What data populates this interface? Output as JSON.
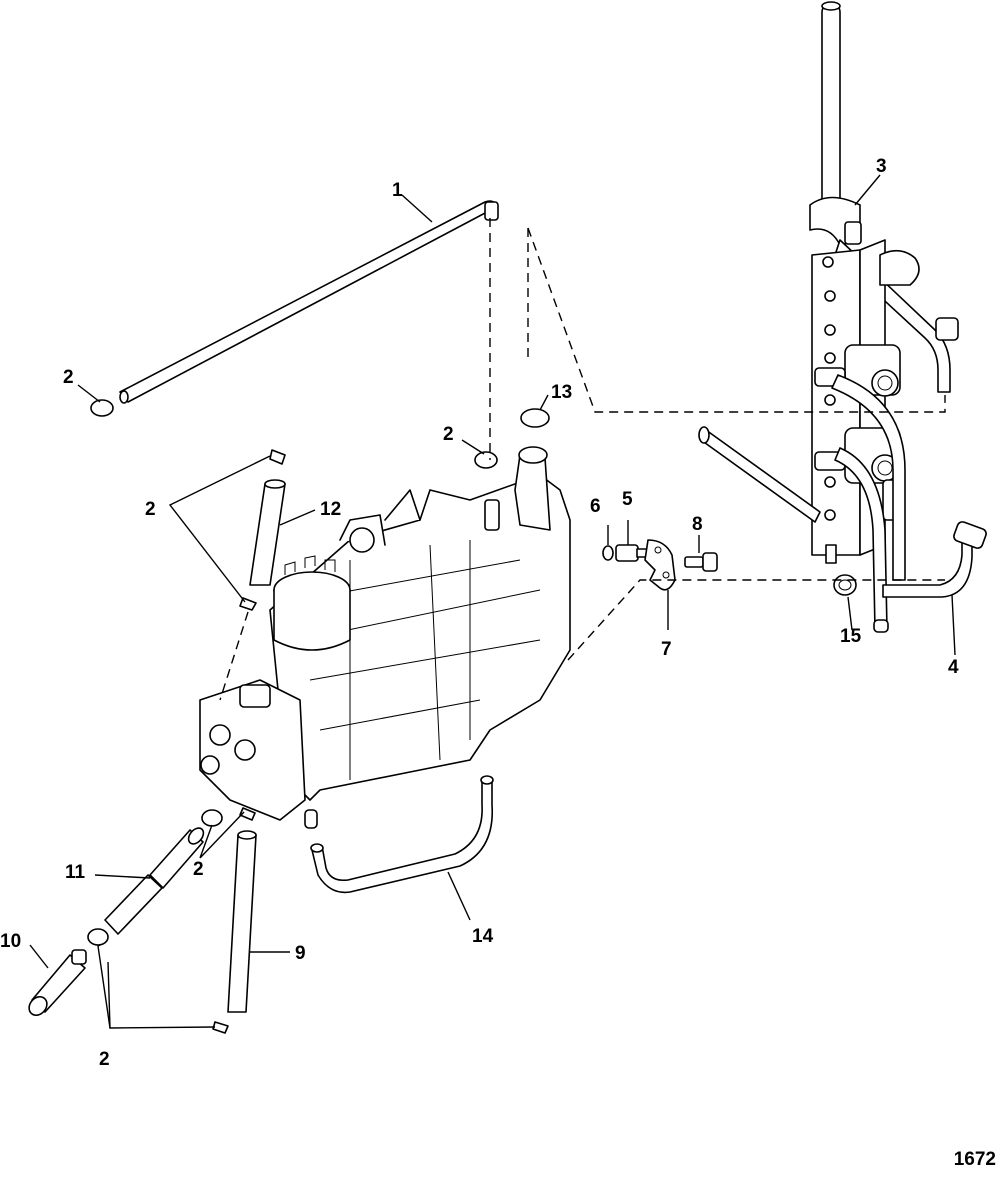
{
  "figure_number": "1672",
  "callouts": {
    "c1": "1",
    "c2a": "2",
    "c2b": "2",
    "c2c": "2",
    "c2d": "2",
    "c2e": "2",
    "c3": "3",
    "c4": "4",
    "c5": "5",
    "c6": "6",
    "c7": "7",
    "c8": "8",
    "c9": "9",
    "c10": "10",
    "c11": "11",
    "c12": "12",
    "c13": "13",
    "c14": "14",
    "c15": "15"
  }
}
